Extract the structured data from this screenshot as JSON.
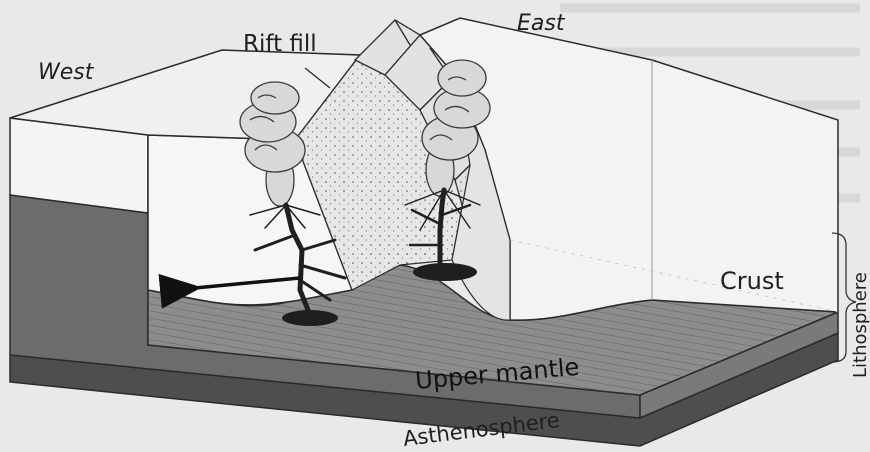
{
  "diagram": {
    "labels": {
      "west": "West",
      "east": "East",
      "rift_fill": "Rift fill",
      "crust": "Crust",
      "upper_mantle": "Upper mantle",
      "asthenosphere": "Asthenosphere",
      "lithosphere": "Lithosphere"
    },
    "colors": {
      "background": "#e9e9e7",
      "crust_face": "#f4f4f2",
      "mantle_face": "#6c6c6a",
      "mantle_top": "#8d8d8b",
      "magma": "#1f1f1f",
      "outline": "#2a2a2a"
    }
  }
}
